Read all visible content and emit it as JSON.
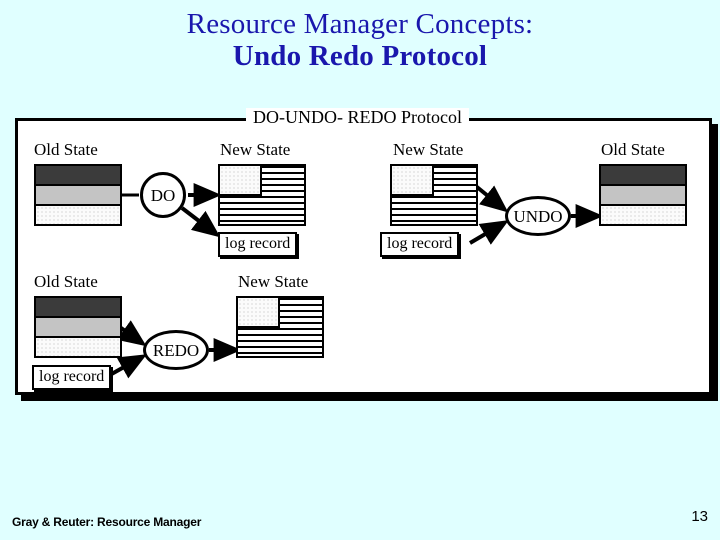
{
  "slide": {
    "title_line1": "Resource Manager Concepts:",
    "title_line2": "Undo Redo Protocol",
    "title_color": "#1a17ad",
    "background_color": "#e0ffff"
  },
  "figure": {
    "legend": "DO-UNDO- REDO Protocol",
    "panel_background": "#ffffff",
    "border_color": "#000000",
    "rows": [
      {
        "id": "do-row",
        "groups": [
          {
            "id": "do-old-state",
            "label": "Old State",
            "kind": "old-state"
          },
          {
            "id": "do-operation",
            "label": "DO",
            "kind": "operation-circle"
          },
          {
            "id": "do-new-state",
            "label": "New State",
            "kind": "new-state"
          },
          {
            "id": "do-log-record",
            "label": "log record",
            "kind": "log-record"
          }
        ]
      },
      {
        "id": "undo-row",
        "groups": [
          {
            "id": "undo-new-state",
            "label": "New State",
            "kind": "new-state"
          },
          {
            "id": "undo-log-record",
            "label": "log record",
            "kind": "log-record"
          },
          {
            "id": "undo-operation",
            "label": "UNDO",
            "kind": "operation-ellipse"
          },
          {
            "id": "undo-old-state",
            "label": "Old State",
            "kind": "old-state"
          }
        ]
      },
      {
        "id": "redo-row",
        "groups": [
          {
            "id": "redo-old-state",
            "label": "Old State",
            "kind": "old-state"
          },
          {
            "id": "redo-log-record",
            "label": "log record",
            "kind": "log-record"
          },
          {
            "id": "redo-operation",
            "label": "REDO",
            "kind": "operation-ellipse"
          },
          {
            "id": "redo-new-state",
            "label": "New State",
            "kind": "new-state"
          }
        ]
      }
    ],
    "state_colors": {
      "old_band_dark": "#3b3b3b",
      "old_band_mid": "#c4c4c4",
      "old_band_light": "#fbfbfb",
      "new_stripe": "#000000",
      "new_canton": "#fbfbfb"
    }
  },
  "labels": {
    "old_state": "Old State",
    "new_state": "New State",
    "log_record": "log record",
    "do": "DO",
    "undo": "UNDO",
    "redo": "REDO"
  },
  "footer": {
    "credit": "Gray & Reuter: Resource Manager",
    "page_number": "13"
  }
}
